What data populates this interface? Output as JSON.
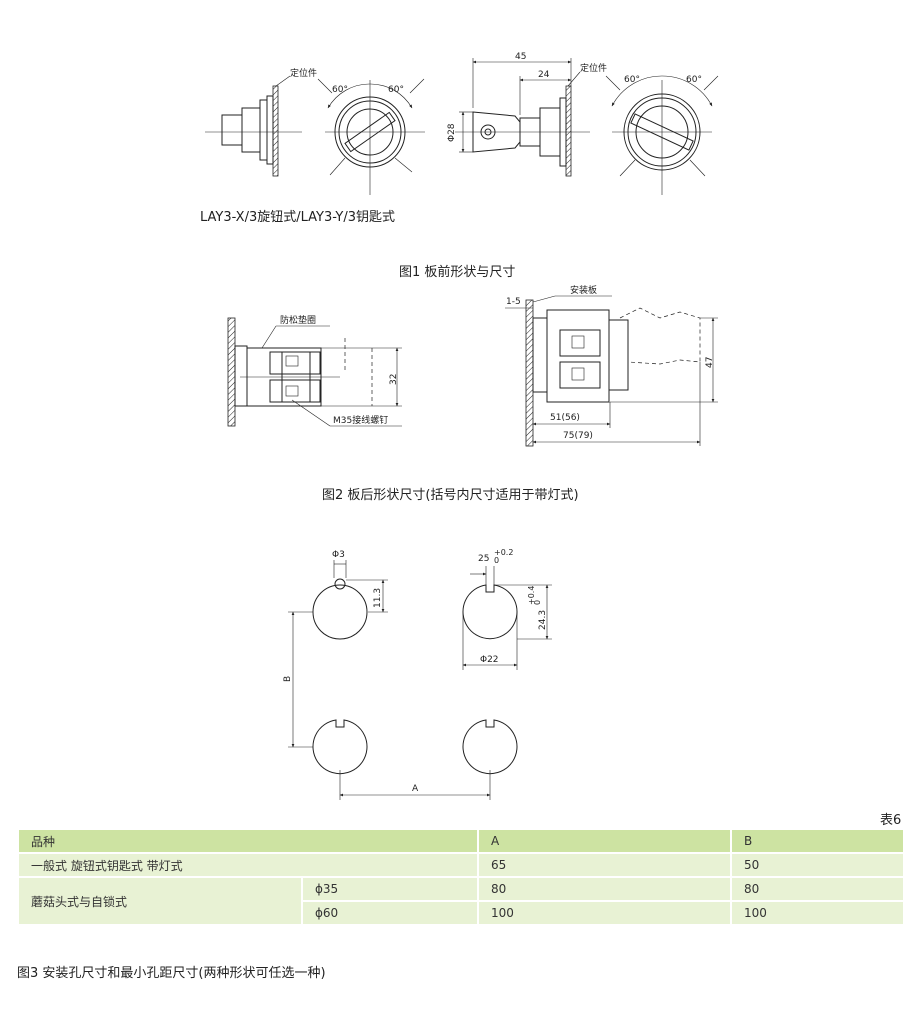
{
  "fig1": {
    "labels": {
      "positioner_left": "定位件",
      "angle_l1": "60°",
      "angle_l2": "60°",
      "dim_45": "45",
      "dim_24": "24",
      "positioner_right": "定位件",
      "angle_r1": "60°",
      "angle_r2": "60°",
      "phi28": "Φ28"
    },
    "model_caption": "LAY3-X/3旋钮式/LAY3-Y/3钥匙式",
    "caption": "图1 板前形状与尺寸"
  },
  "fig2": {
    "labels": {
      "lock_washer": "防松垫圈",
      "dim_32": "32",
      "screw": "M35接线螺钉",
      "dim_1_5": "1-5",
      "mount_plate": "安装板",
      "dim_47": "47",
      "dim_51": "51(56)",
      "dim_75": "75(79)"
    },
    "caption": "图2 板后形状尺寸(括号内尺寸适用于带灯式)"
  },
  "fig3": {
    "labels": {
      "phi3": "Φ3",
      "dim_11_3": "11.3",
      "dim_25": "25",
      "tol_25_upper": "+0.2",
      "tol_25_lower": "0",
      "dim_24_3": "24.3",
      "tol_24_upper": "+0.4",
      "tol_24_lower": "0",
      "phi22": "Φ22",
      "dim_B": "B",
      "dim_A": "A"
    },
    "caption": "图3  安装孔尺寸和最小孔距尺寸(两种形状可任选一种)"
  },
  "table": {
    "label": "表6",
    "header": [
      "品种",
      "A",
      "B"
    ],
    "rows": [
      {
        "category": "一般式 旋钮式钥匙式 带灯式",
        "sub": "",
        "a": "65",
        "b": "50"
      },
      {
        "category": "蘑菇头式与自锁式",
        "sub": "ϕ35",
        "a": "80",
        "b": "80"
      },
      {
        "category": "",
        "sub": "ϕ60",
        "a": "100",
        "b": "100"
      }
    ]
  }
}
